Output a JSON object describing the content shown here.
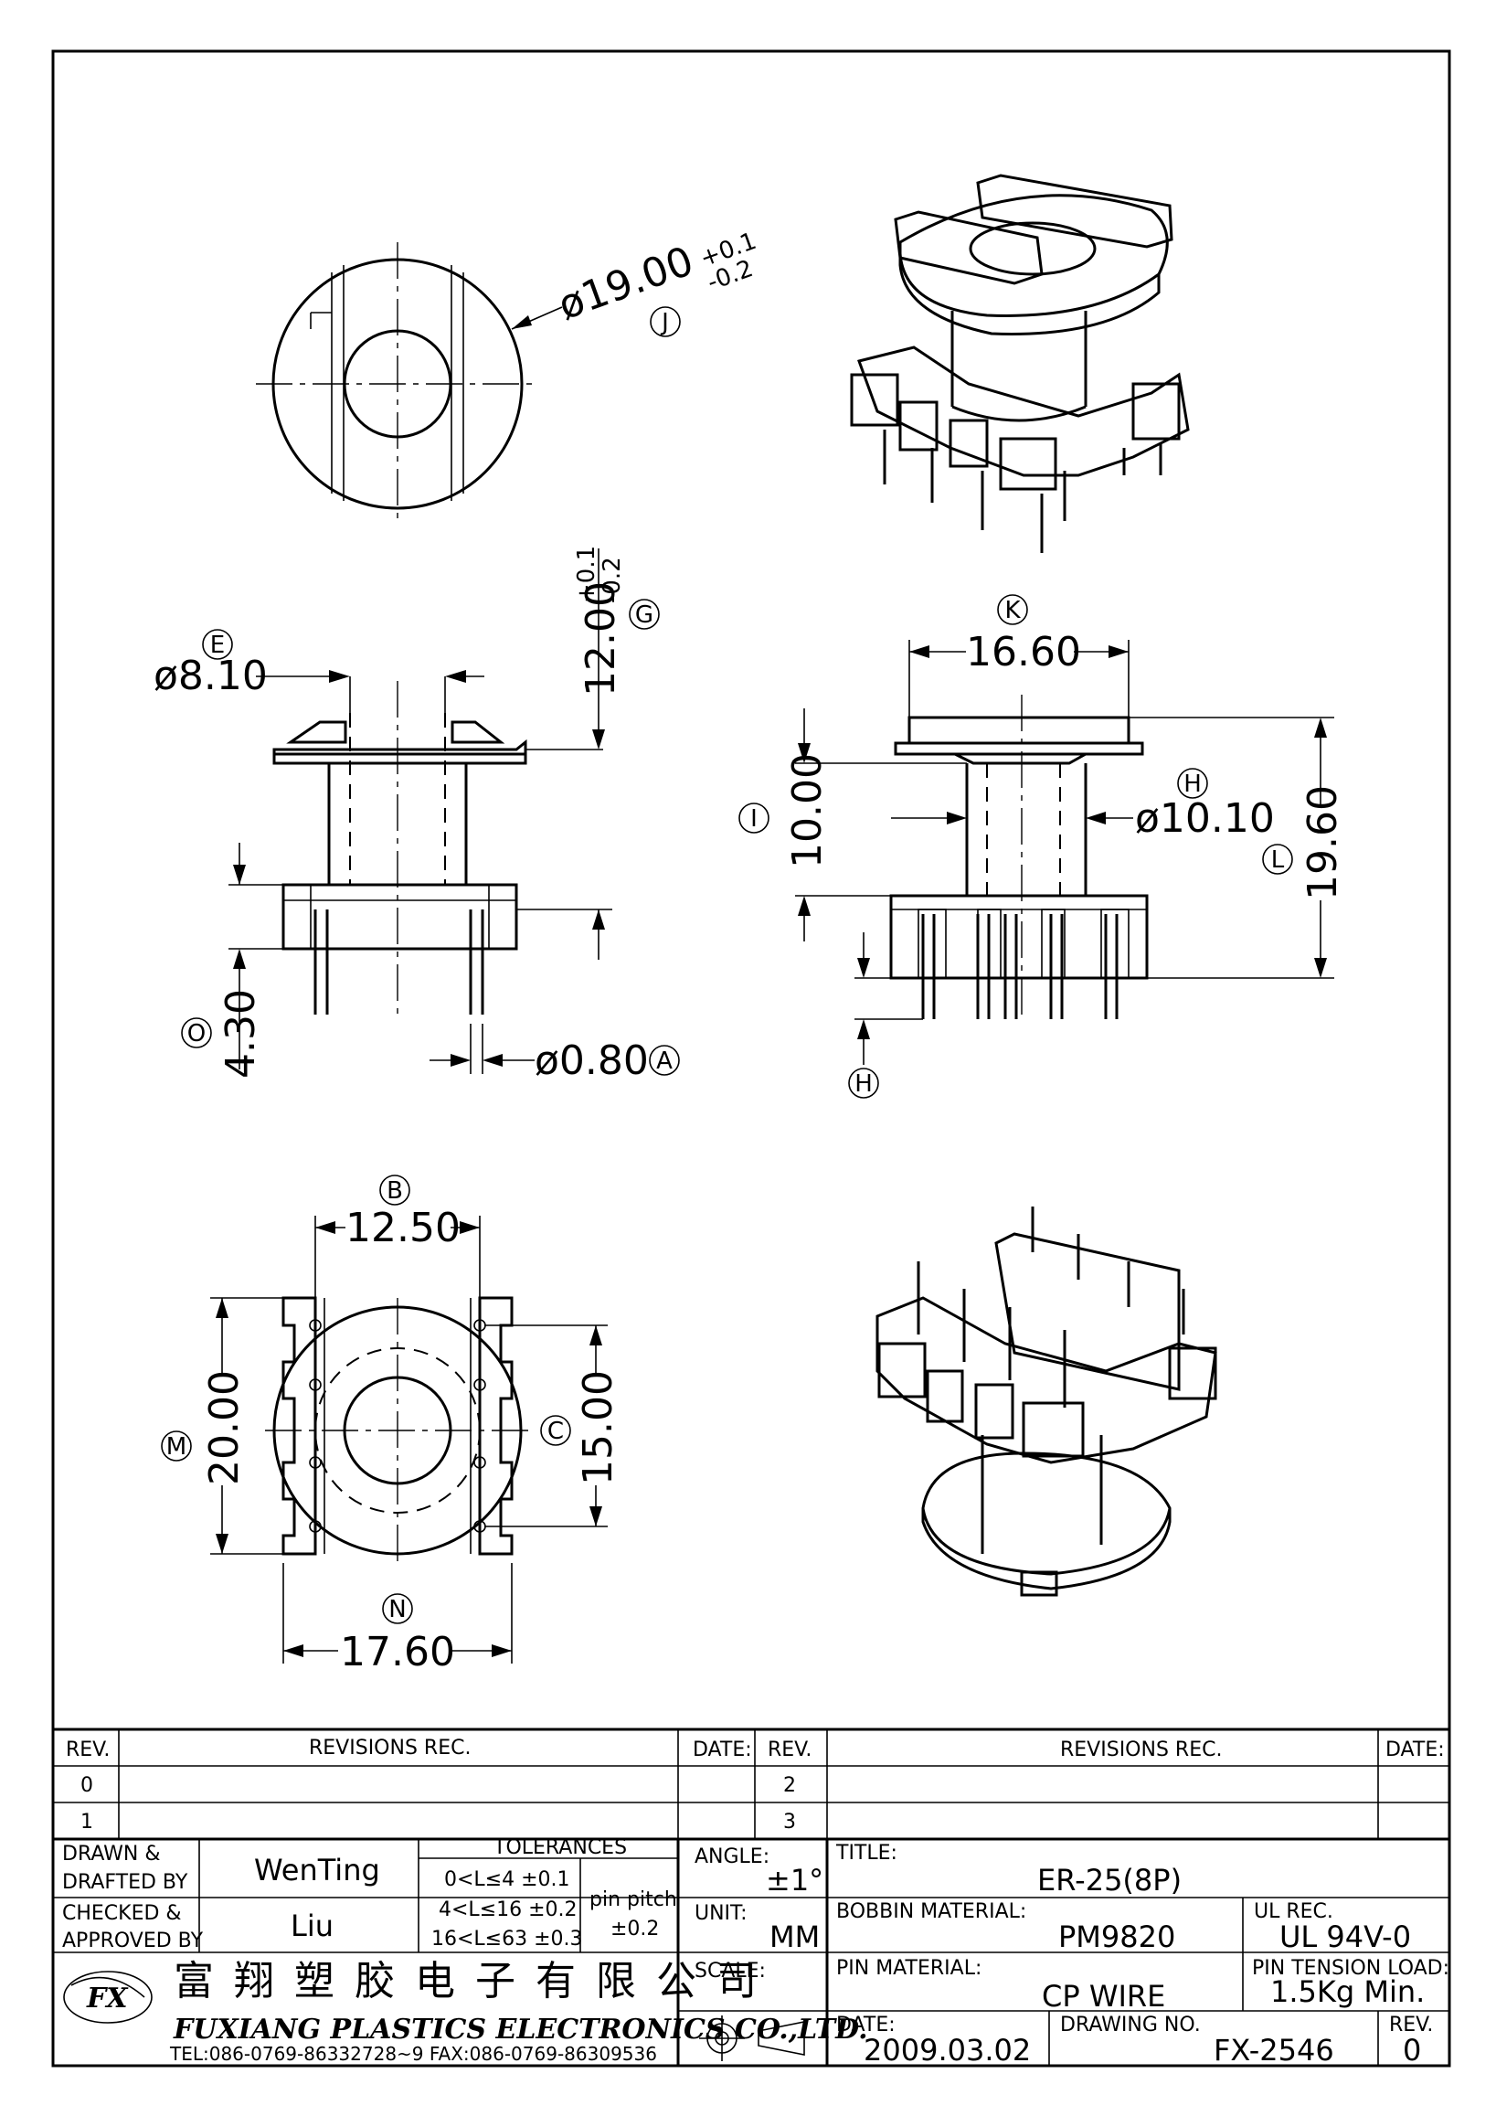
{
  "top_view": {
    "dia_label": "ø19.00",
    "tol_upper": "+0.1",
    "tol_lower": "-0.2",
    "callout": "J"
  },
  "front_view": {
    "hole_label": "ø8.10",
    "hole_callout": "E",
    "height_label": "12.00",
    "height_tol_upper": "+0.1",
    "height_tol_lower": "-0.2",
    "height_callout": "G",
    "pin_len_label": "4.30",
    "pin_len_callout": "O",
    "pin_dia_label": "ø0.80",
    "pin_dia_callout": "A"
  },
  "side_view": {
    "top_width_label": "16.60",
    "top_width_callout": "K",
    "core_dia_label": "ø10.10",
    "core_dia_callout": "H",
    "core_len_label": "10.00",
    "core_len_callout": "I",
    "total_height_label": "19.60",
    "total_height_callout": "L",
    "base_callout": "H"
  },
  "bottom_view": {
    "pin_span_label": "12.50",
    "pin_span_callout": "B",
    "length_label": "20.00",
    "length_callout": "M",
    "pin_row_label": "15.00",
    "pin_row_callout": "C",
    "base_width_label": "17.60",
    "base_width_callout": "N"
  },
  "revisions": {
    "headers": [
      "REV.",
      "REVISIONS    REC.",
      "DATE:",
      "REV.",
      "REVISIONS    REC.",
      "DATE:"
    ],
    "left_revs": [
      "0",
      "1"
    ],
    "right_revs": [
      "2",
      "3"
    ]
  },
  "title_block": {
    "drawn_label": "DRAWN  &",
    "drafted_label": "DRAFTED  BY",
    "drawn_by": "WenTing",
    "checked_label": "CHECKED  &",
    "approved_label": "APPROVED  BY",
    "approved_by": "Liu",
    "tolerances_header": "TOLERANCES",
    "tol_rows": [
      "0<L≤4    ±0.1",
      "4<L≤16  ±0.2",
      "16<L≤63  ±0.3"
    ],
    "pin_pitch_label": "pin  pitch",
    "pin_pitch_value": "±0.2",
    "angle_label": "ANGLE:",
    "angle_value": "±1°",
    "unit_label": "UNIT:",
    "unit_value": "MM",
    "scale_label": "SCALE:",
    "title_label": "TITLE:",
    "title_value": "ER-25(8P)",
    "bobbin_label": "BOBBIN  MATERIAL:",
    "bobbin_value": "PM9820",
    "ul_label": "UL  REC.",
    "ul_value": "UL  94V-0",
    "pin_material_label": "PIN  MATERIAL:",
    "pin_material_value": "CP  WIRE",
    "tension_label": "PIN  TENSION  LOAD:",
    "tension_value": "1.5Kg  Min.",
    "date_label": "DATE:",
    "date_value": "2009.03.02",
    "drawing_no_label": "DRAWING  NO.",
    "drawing_no_value": "FX-2546",
    "rev_label": "REV.",
    "rev_value": "0",
    "company_cn": "富翔塑胶电子有限公司",
    "company_en": "FUXIANG  PLASTICS  ELECTRONICS  CO.,LTD.",
    "contact": "TEL:086-0769-86332728~9   FAX:086-0769-86309536",
    "logo_text": "FX"
  }
}
